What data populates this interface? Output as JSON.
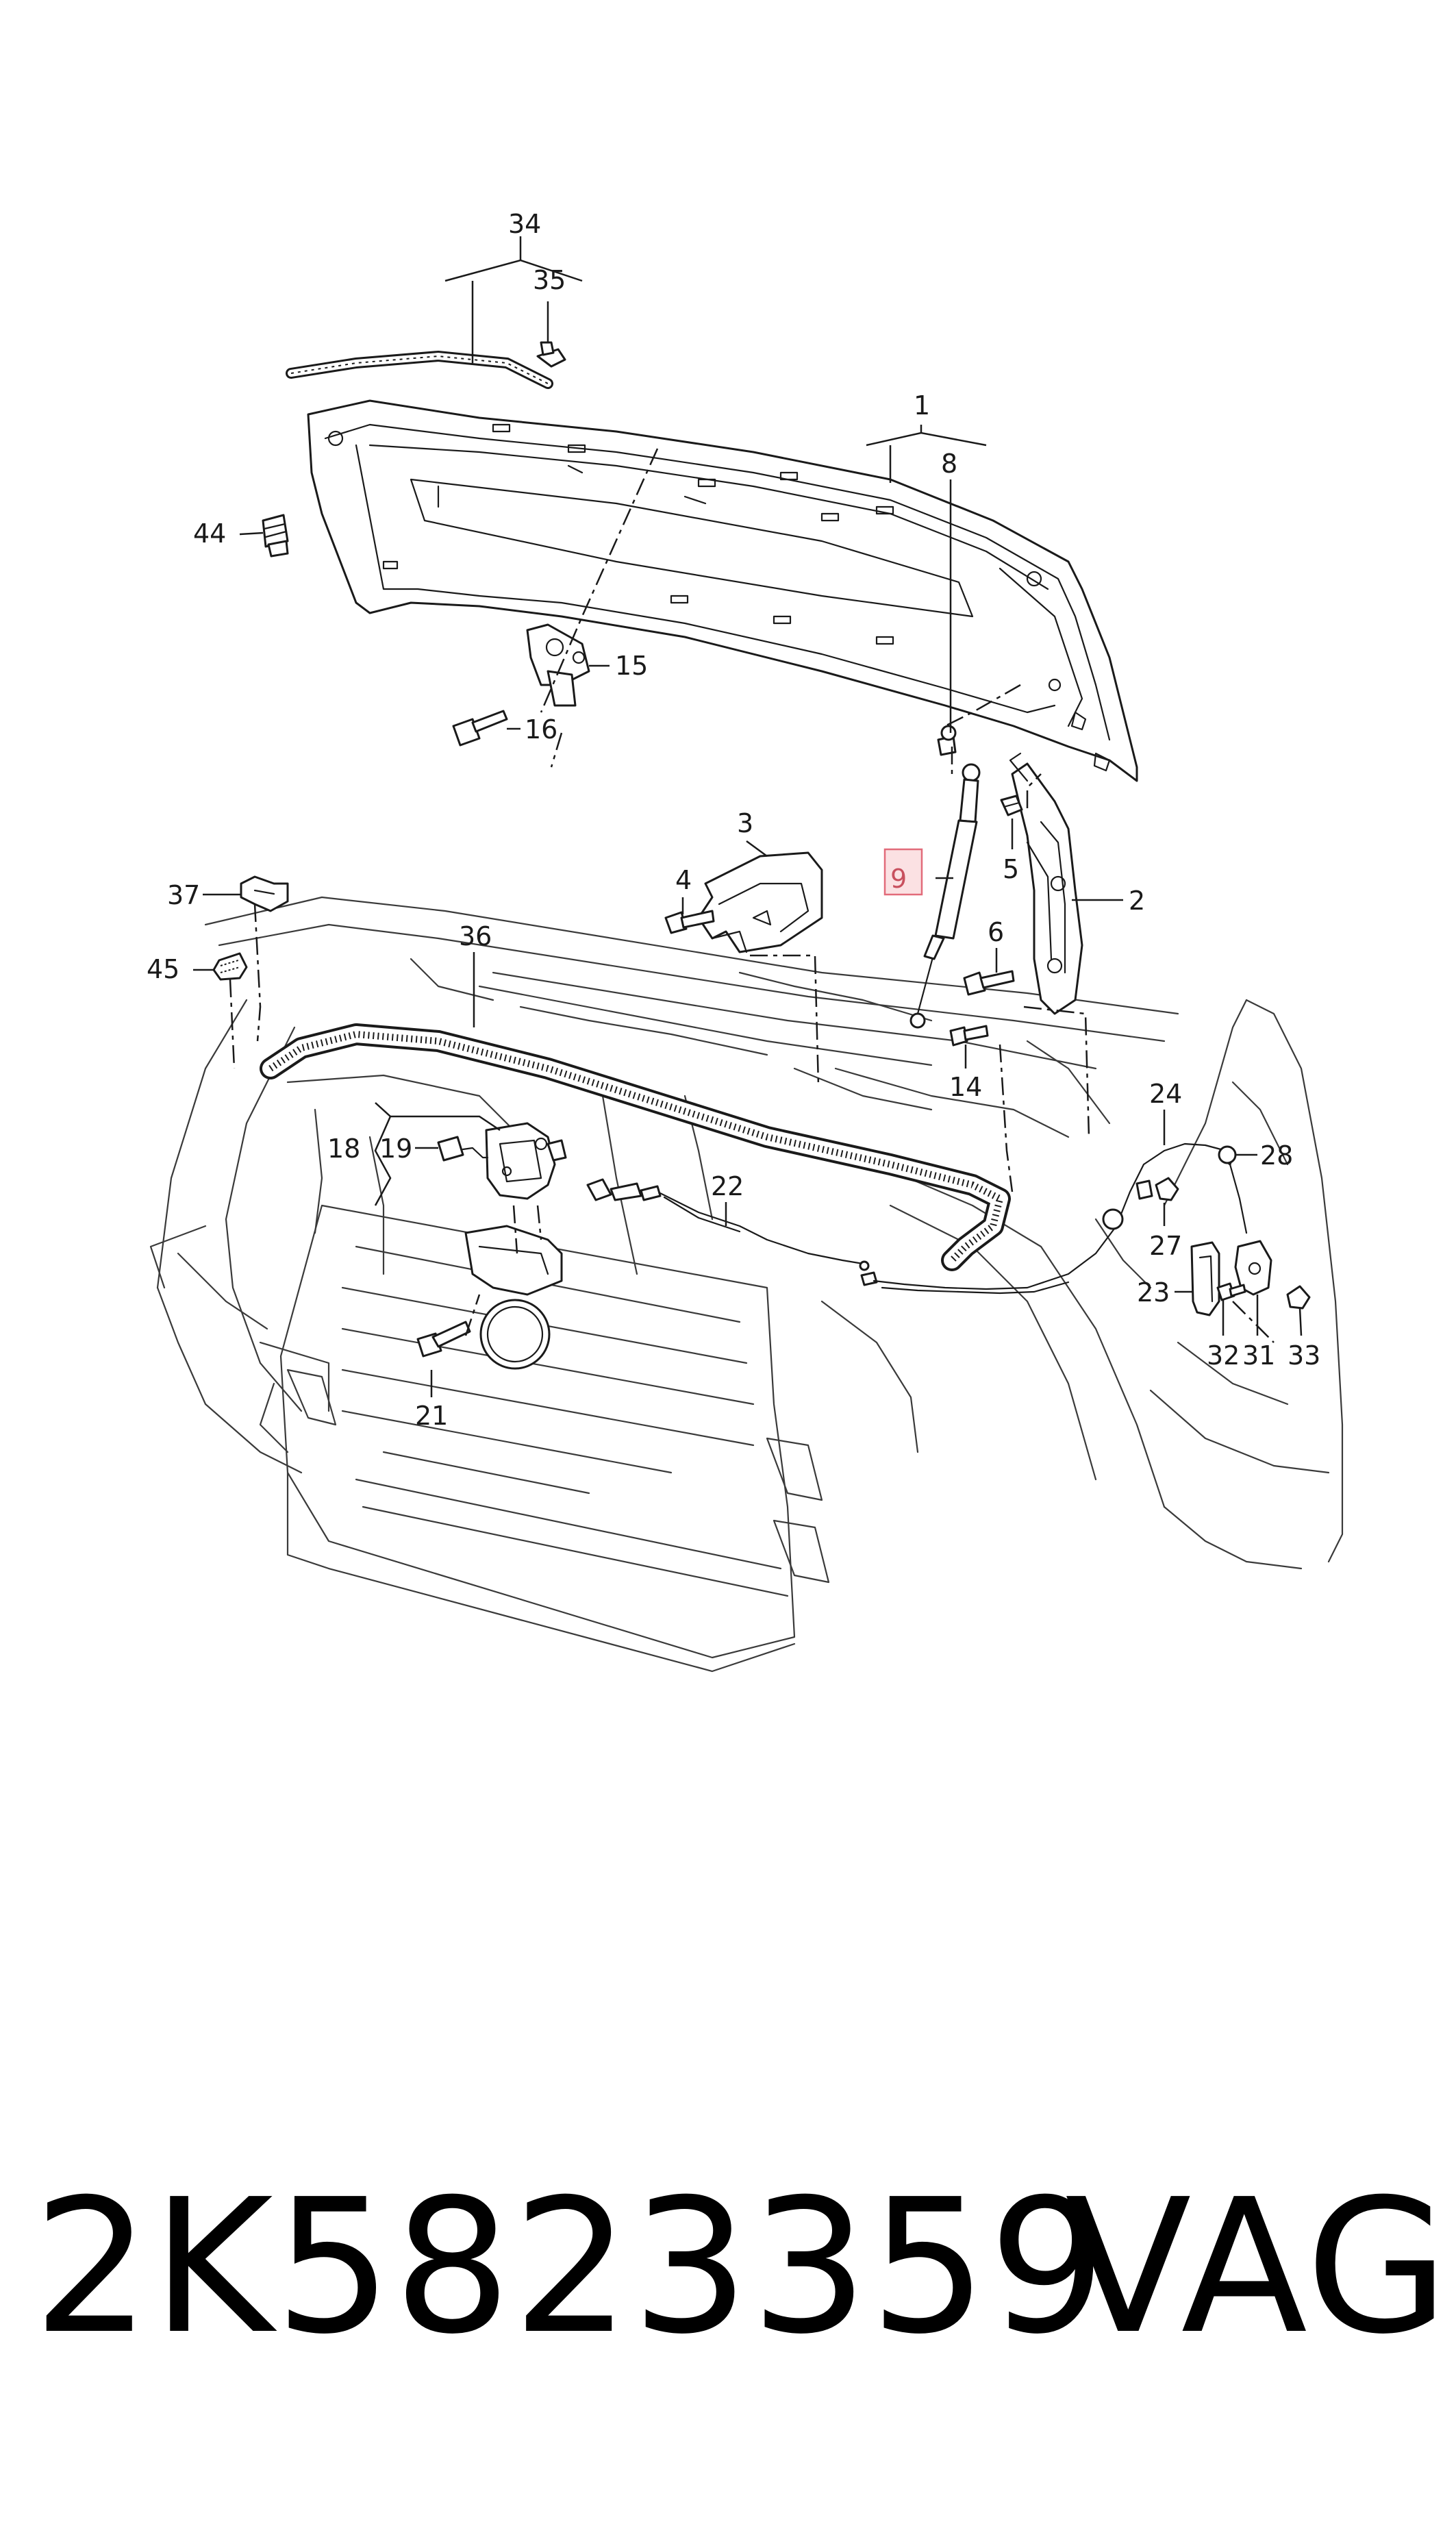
{
  "callouts": {
    "c1": "1",
    "c2": "2",
    "c3": "3",
    "c4": "4",
    "c5": "5",
    "c6": "6",
    "c8": "8",
    "c9": "9",
    "c14": "14",
    "c15": "15",
    "c16": "16",
    "c18": "18",
    "c19": "19",
    "c21": "21",
    "c22": "22",
    "c23": "23",
    "c24": "24",
    "c27": "27",
    "c28": "28",
    "c31": "31",
    "c32": "32",
    "c33": "33",
    "c34": "34",
    "c35": "35",
    "c36": "36",
    "c37": "37",
    "c44": "44",
    "c45": "45"
  },
  "highlighted_callout": "9",
  "footer": {
    "part_number": "2K5823359",
    "brand": "VAG"
  },
  "colors": {
    "line": "#1a1a1a",
    "highlight_fill": "#fbe1e3",
    "highlight_stroke": "#e26b7a"
  }
}
